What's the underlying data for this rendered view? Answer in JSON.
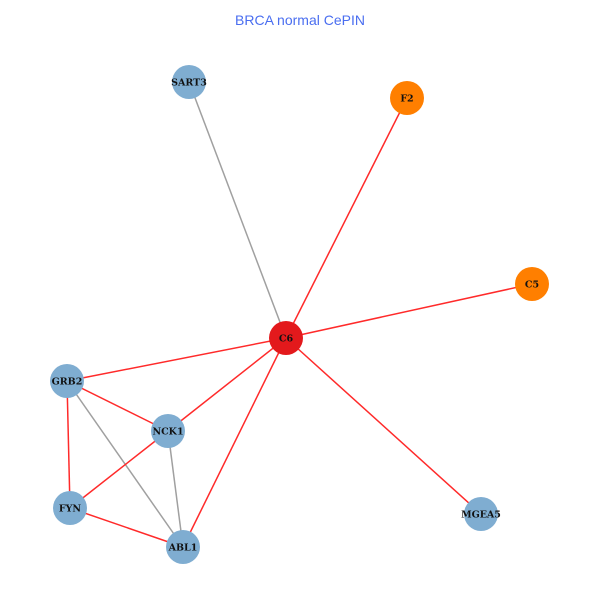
{
  "title": "BRCA normal CePIN",
  "colors": {
    "default_node": "#7fadd1",
    "query_node": "#e3191c",
    "highlight_node": "#ff7f00",
    "red_edge": "#ff2a2a",
    "gray_edge": "#a0a0a0"
  },
  "nodes": [
    {
      "id": "SART3",
      "label": "SART3",
      "type": "default_node"
    },
    {
      "id": "F2",
      "label": "F2",
      "type": "highlight_node"
    },
    {
      "id": "C5",
      "label": "C5",
      "type": "highlight_node"
    },
    {
      "id": "C6",
      "label": "C6",
      "type": "query_node"
    },
    {
      "id": "GRB2",
      "label": "GRB2",
      "type": "default_node"
    },
    {
      "id": "NCK1",
      "label": "NCK1",
      "type": "default_node"
    },
    {
      "id": "FYN",
      "label": "FYN",
      "type": "default_node"
    },
    {
      "id": "ABL1",
      "label": "ABL1",
      "type": "default_node"
    },
    {
      "id": "MGEA5",
      "label": "MGEA5",
      "type": "default_node"
    }
  ],
  "edges": [
    {
      "source": "SART3",
      "target": "C6",
      "type": "gray_edge"
    },
    {
      "source": "F2",
      "target": "C6",
      "type": "red_edge"
    },
    {
      "source": "C5",
      "target": "C6",
      "type": "red_edge"
    },
    {
      "source": "C6",
      "target": "GRB2",
      "type": "red_edge"
    },
    {
      "source": "C6",
      "target": "NCK1",
      "type": "red_edge"
    },
    {
      "source": "C6",
      "target": "ABL1",
      "type": "red_edge"
    },
    {
      "source": "C6",
      "target": "MGEA5",
      "type": "red_edge"
    },
    {
      "source": "GRB2",
      "target": "NCK1",
      "type": "red_edge"
    },
    {
      "source": "GRB2",
      "target": "FYN",
      "type": "red_edge"
    },
    {
      "source": "GRB2",
      "target": "ABL1",
      "type": "gray_edge"
    },
    {
      "source": "NCK1",
      "target": "FYN",
      "type": "red_edge"
    },
    {
      "source": "NCK1",
      "target": "ABL1",
      "type": "gray_edge"
    },
    {
      "source": "FYN",
      "target": "ABL1",
      "type": "red_edge"
    }
  ]
}
